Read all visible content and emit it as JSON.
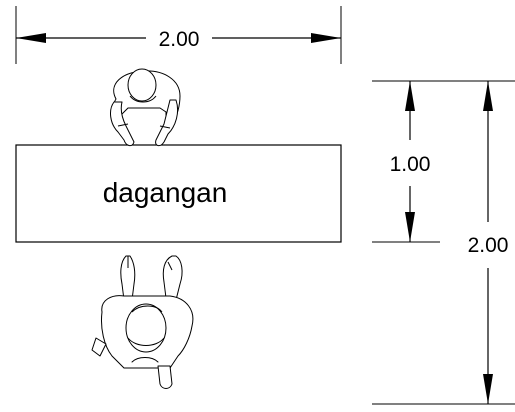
{
  "dimensions": {
    "top_width": "2.00",
    "right_inner_height": "1.00",
    "right_outer_height": "2.00"
  },
  "table": {
    "label": "dagangan"
  }
}
